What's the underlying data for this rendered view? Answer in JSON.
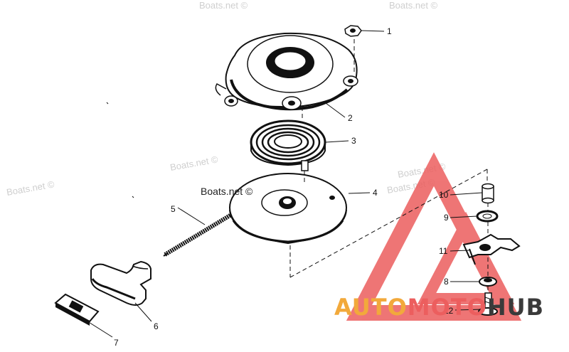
{
  "watermarks": {
    "center": "Boats.net ©",
    "faint": [
      "Boats.net ©",
      "Boats.net ©",
      "Boats.net ©",
      "Boats.net ©",
      "Boats.net ©",
      "Boats.net ©"
    ]
  },
  "callouts": [
    "1",
    "2",
    "3",
    "4",
    "5",
    "6",
    "7",
    "8",
    "9",
    "10",
    "11",
    "12"
  ],
  "logo": {
    "part_a": "AUTO",
    "part_b": "MOTO",
    "part_c": "HUB",
    "colors": {
      "orange": "#f2a93b",
      "red": "#ec5e5e",
      "dark": "#3a3a3a"
    }
  }
}
